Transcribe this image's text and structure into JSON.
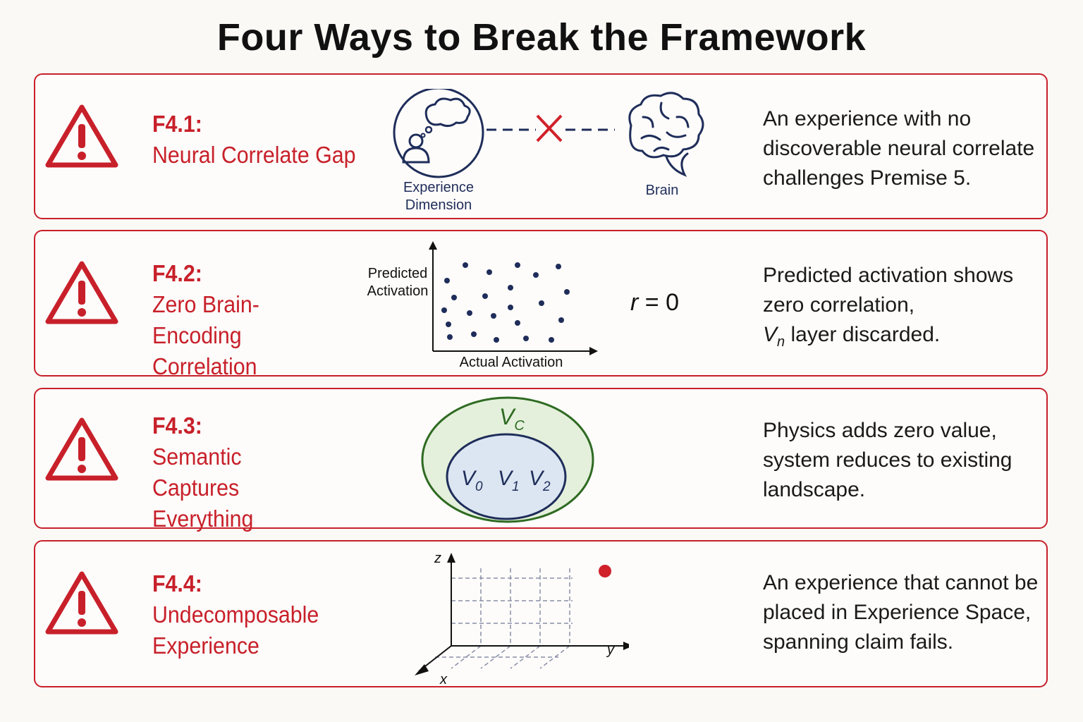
{
  "title": "Four Ways to Break the Framework",
  "colors": {
    "accent_red": "#c8202a",
    "navy": "#1f2d5a",
    "green": "#3a7d2c",
    "light_blue": "#dbe6f2",
    "light_green": "#e4f0dc"
  },
  "cards": [
    {
      "code": "F4.1:",
      "name": "Neural Correlate Gap",
      "icon": "warning-triangle-icon",
      "figure": {
        "left_icon": "person-thought-icon",
        "left_label": "Experience Dimension",
        "right_icon": "brain-icon",
        "right_label": "Brain",
        "link_icon": "cross-icon"
      },
      "description": "An experience with no discoverable neural correlate challenges Premise 5."
    },
    {
      "code": "F4.2:",
      "name": "Zero Brain-Encoding Correlation",
      "icon": "warning-triangle-icon",
      "figure": {
        "ylabel": "Predicted Activation",
        "xlabel": "Actual Activation",
        "r_label": "r",
        "r_value": "= 0"
      },
      "description_line1": "Predicted activation shows zero correlation,",
      "description_var": "V",
      "description_sub": "n",
      "description_rest": " layer discarded."
    },
    {
      "code": "F4.3:",
      "name": "Semantic Captures Everything",
      "icon": "warning-triangle-icon",
      "figure": {
        "outer": "V",
        "outer_sub": "C",
        "inner": [
          {
            "v": "V",
            "s": "0"
          },
          {
            "v": "V",
            "s": "1"
          },
          {
            "v": "V",
            "s": "2"
          }
        ]
      },
      "description": "Physics adds zero value, system reduces to existing landscape."
    },
    {
      "code": "F4.4:",
      "name": "Undecomposable Experience",
      "icon": "warning-triangle-icon",
      "figure": {
        "x_axis": "x",
        "y_axis": "y",
        "z_axis": "z"
      },
      "description": "An experience that cannot be placed in Experience Space, spanning claim fails."
    }
  ]
}
